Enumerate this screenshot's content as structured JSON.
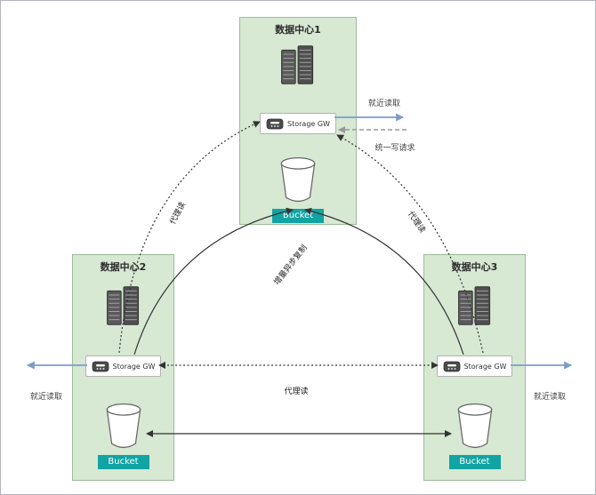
{
  "diagram": {
    "datacenters": [
      {
        "name": "数据中心1",
        "gw": "Storage GW",
        "bucket": "Bucket"
      },
      {
        "name": "数据中心2",
        "gw": "Storage GW",
        "bucket": "Bucket"
      },
      {
        "name": "数据中心3",
        "gw": "Storage GW",
        "bucket": "Bucket"
      }
    ],
    "arrow_labels": {
      "read_nearby_top": "就近读取",
      "unified_write": "统一写请求",
      "proxy_read_left": "代理读",
      "proxy_read_right": "代理读",
      "proxy_read_bottom": "代理读",
      "incremental_async_replication": "增量异步复制",
      "read_nearby_left": "就近读取",
      "read_nearby_right": "就近读取"
    },
    "colors": {
      "dc_fill": "#d7e8d3",
      "dc_border": "#9bbd96",
      "bucket_badge": "#12a3a3",
      "arrow_blue": "#7d9cc8",
      "arrow_gray": "#9a9a9a",
      "arrow_dark": "#333333"
    }
  }
}
